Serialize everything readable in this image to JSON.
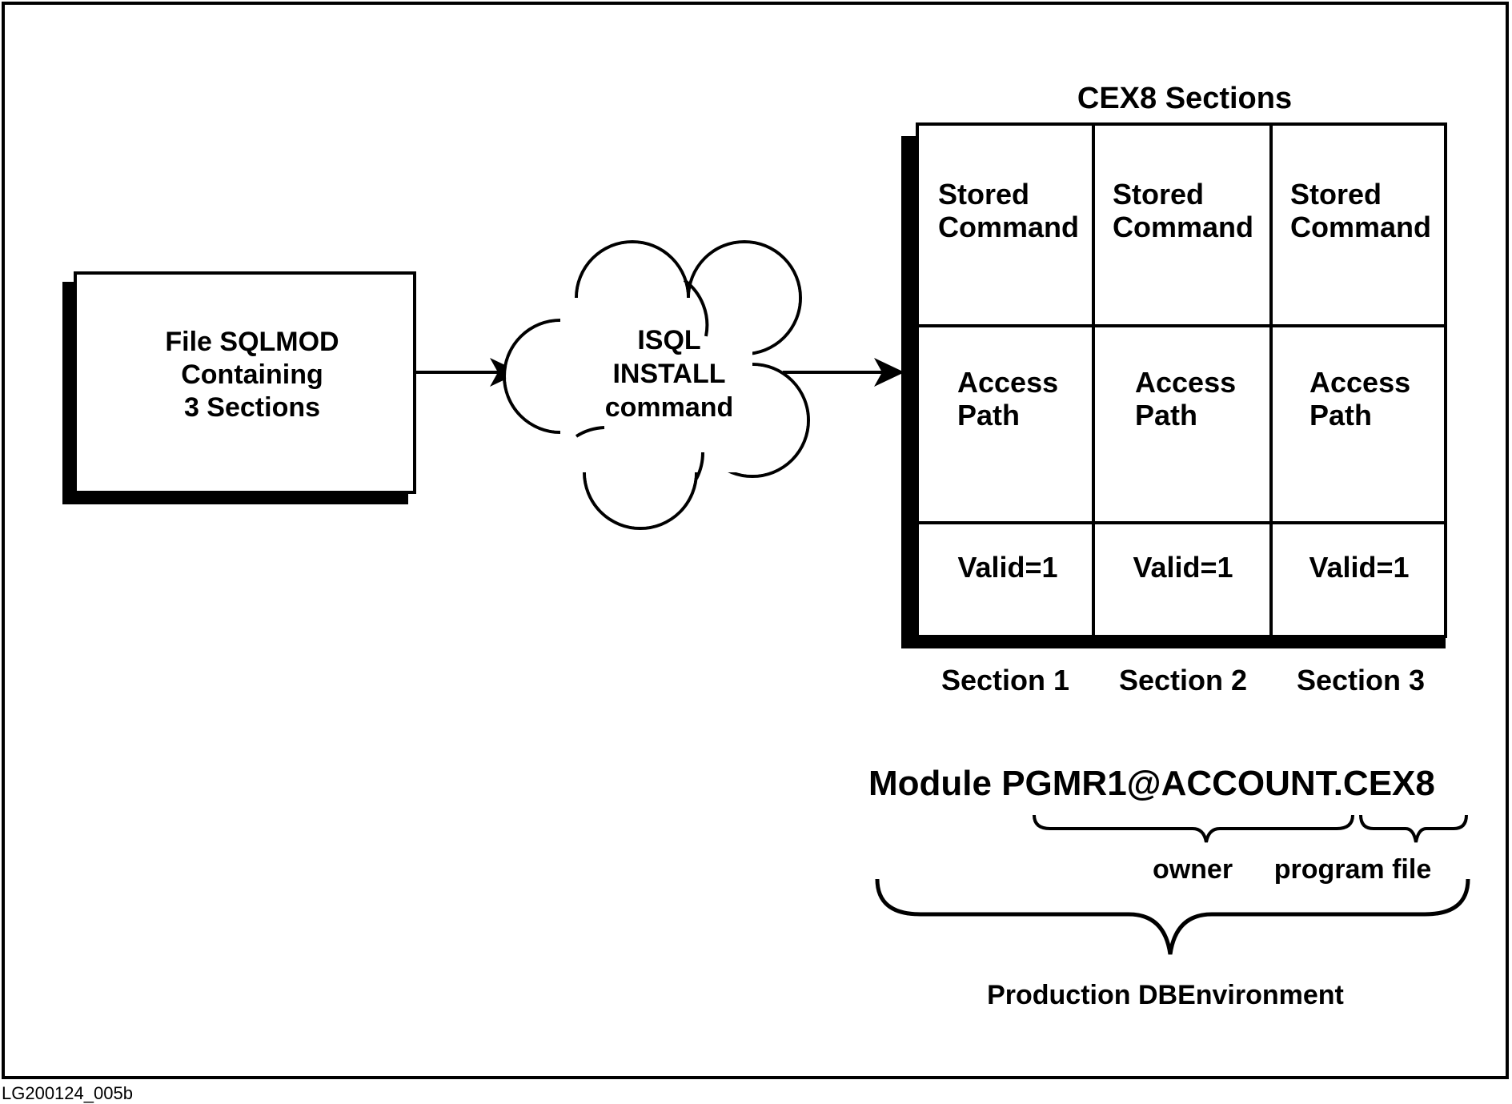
{
  "source_box": {
    "lines": [
      "File SQLMOD",
      "Containing",
      "3 Sections"
    ]
  },
  "cloud": {
    "lines": [
      "ISQL",
      "INSTALL",
      "command"
    ]
  },
  "sections_table": {
    "title": "CEX8 Sections",
    "cells": [
      {
        "stored": [
          "Stored",
          "Command"
        ],
        "access": [
          "Access",
          "Path"
        ],
        "valid": "Valid=1",
        "label": "Section 1"
      },
      {
        "stored": [
          "Stored",
          "Command"
        ],
        "access": [
          "Access",
          "Path"
        ],
        "valid": "Valid=1",
        "label": "Section 2"
      },
      {
        "stored": [
          "Stored",
          "Command"
        ],
        "access": [
          "Access",
          "Path"
        ],
        "valid": "Valid=1",
        "label": "Section 3"
      }
    ]
  },
  "module": {
    "prefix": "Module ",
    "owner_part": "PGMR1@ACCOUNT",
    "file_part": ".CEX8",
    "owner_label": "owner",
    "file_label": "program file",
    "environment_label": "Production DBEnvironment"
  },
  "figure_id": "LG200124_005b"
}
